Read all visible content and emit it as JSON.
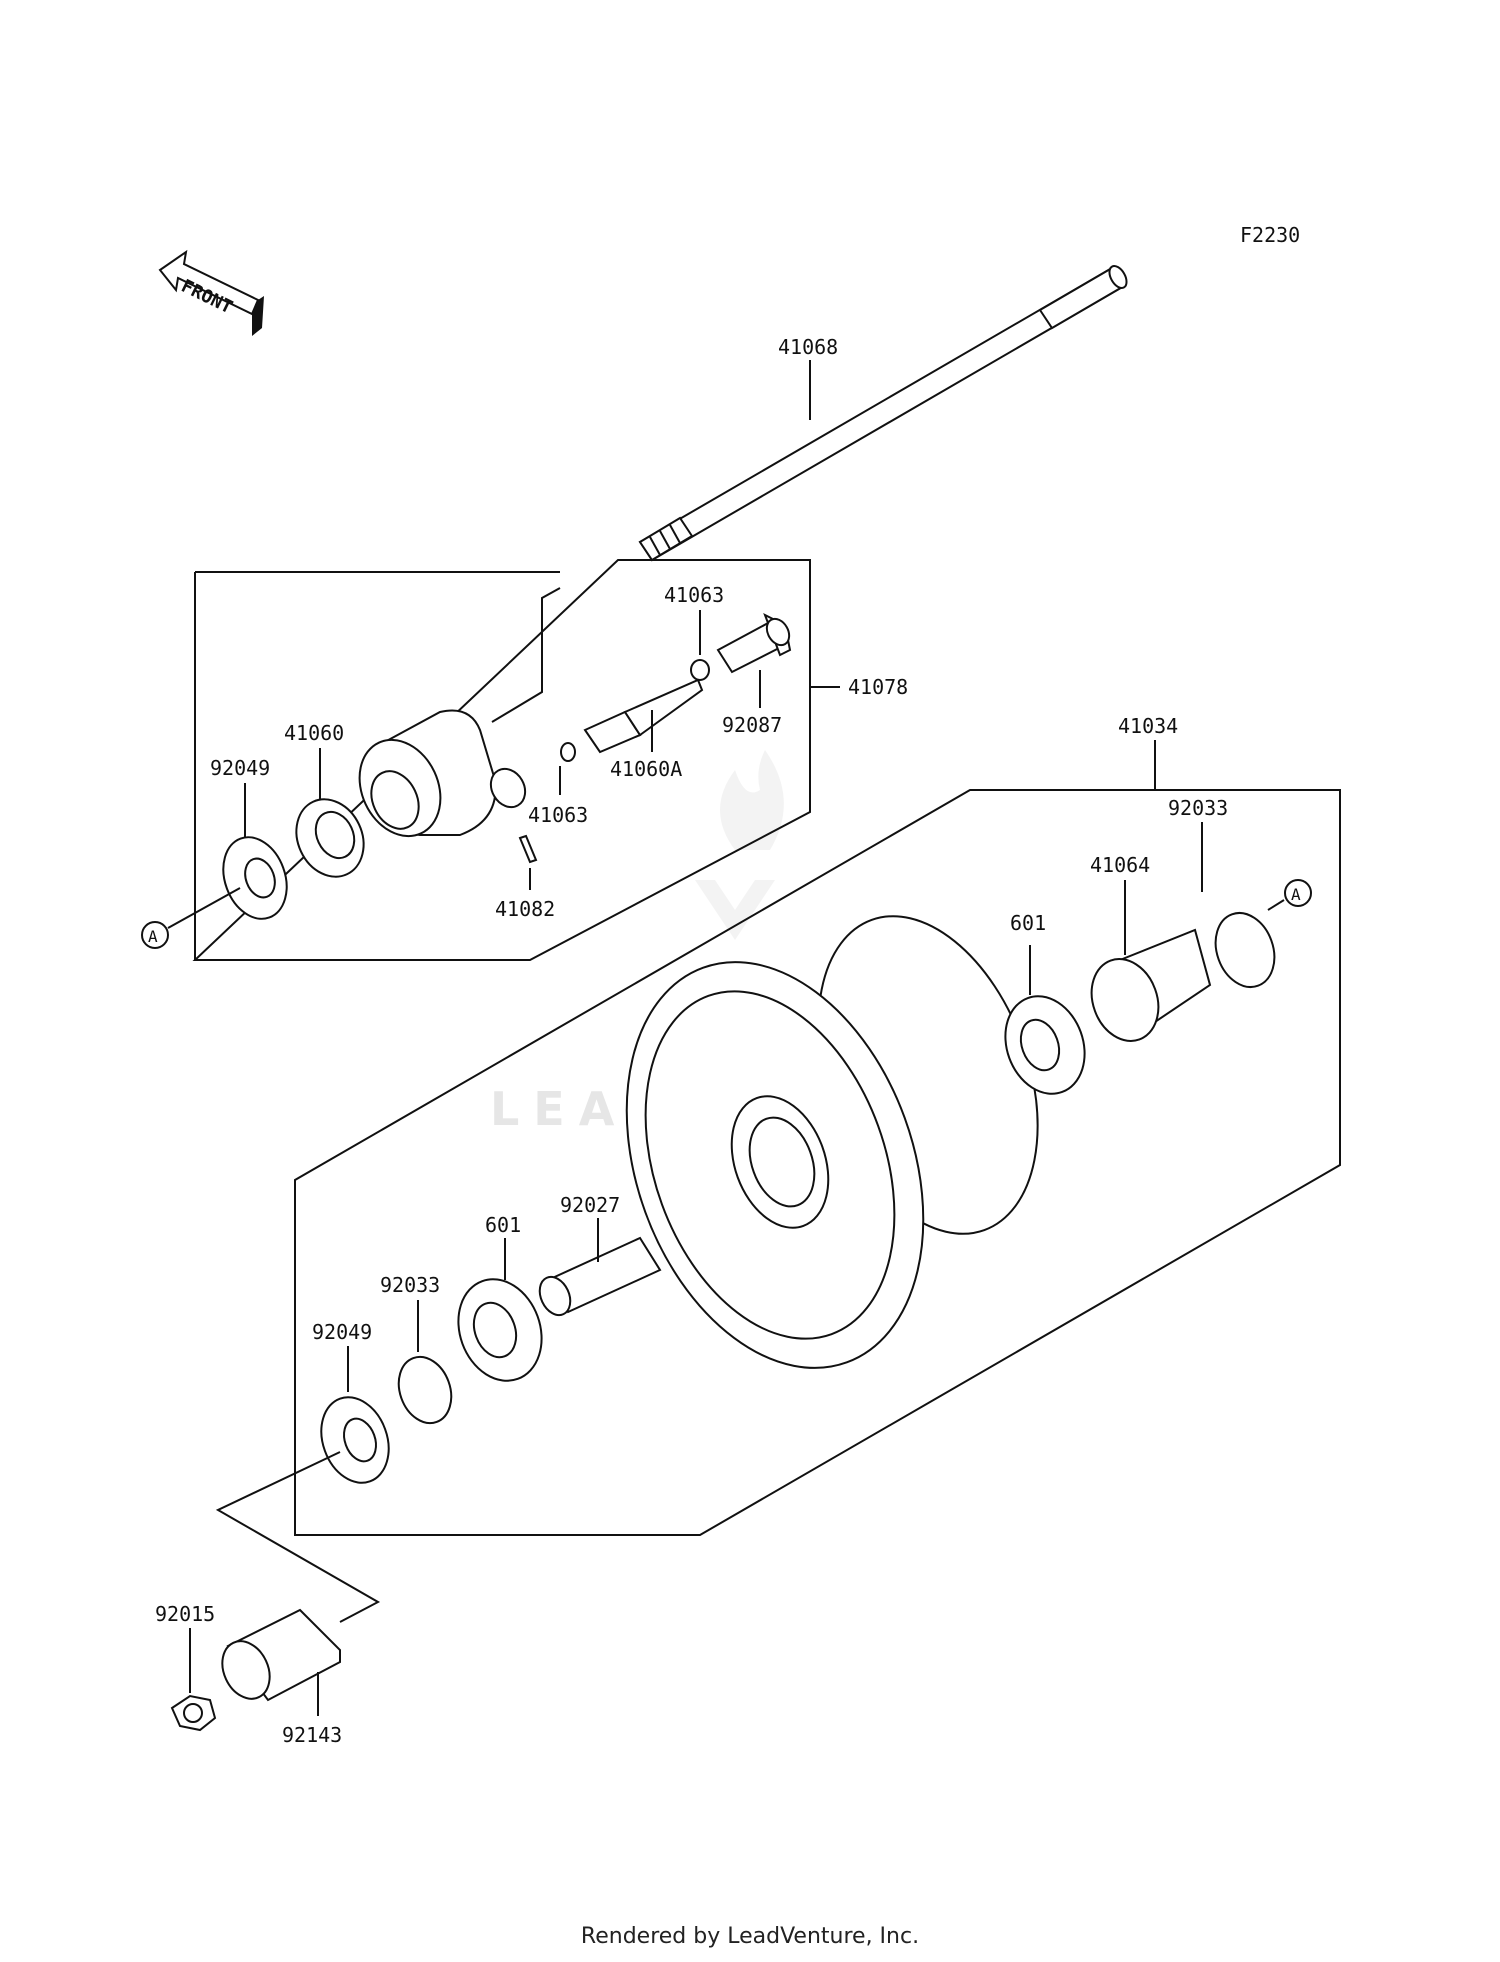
{
  "diagram": {
    "code": "F2230",
    "front_label": "FRONT",
    "watermark": "LEADVENTURE",
    "ref_a": "A",
    "parts": {
      "p41068": "41068",
      "p41063_top": "41063",
      "p41078": "41078",
      "p92087": "92087",
      "p41060": "41060",
      "p92049_top": "92049",
      "p41060a": "41060A",
      "p41063_mid": "41063",
      "p41082": "41082",
      "p41034": "41034",
      "p92033_right": "92033",
      "p41064": "41064",
      "p601_right": "601",
      "p92027": "92027",
      "p601_left": "601",
      "p92033_left": "92033",
      "p92049_bottom": "92049",
      "p92015": "92015",
      "p92143": "92143"
    }
  },
  "footer": "Rendered by LeadVenture, Inc."
}
